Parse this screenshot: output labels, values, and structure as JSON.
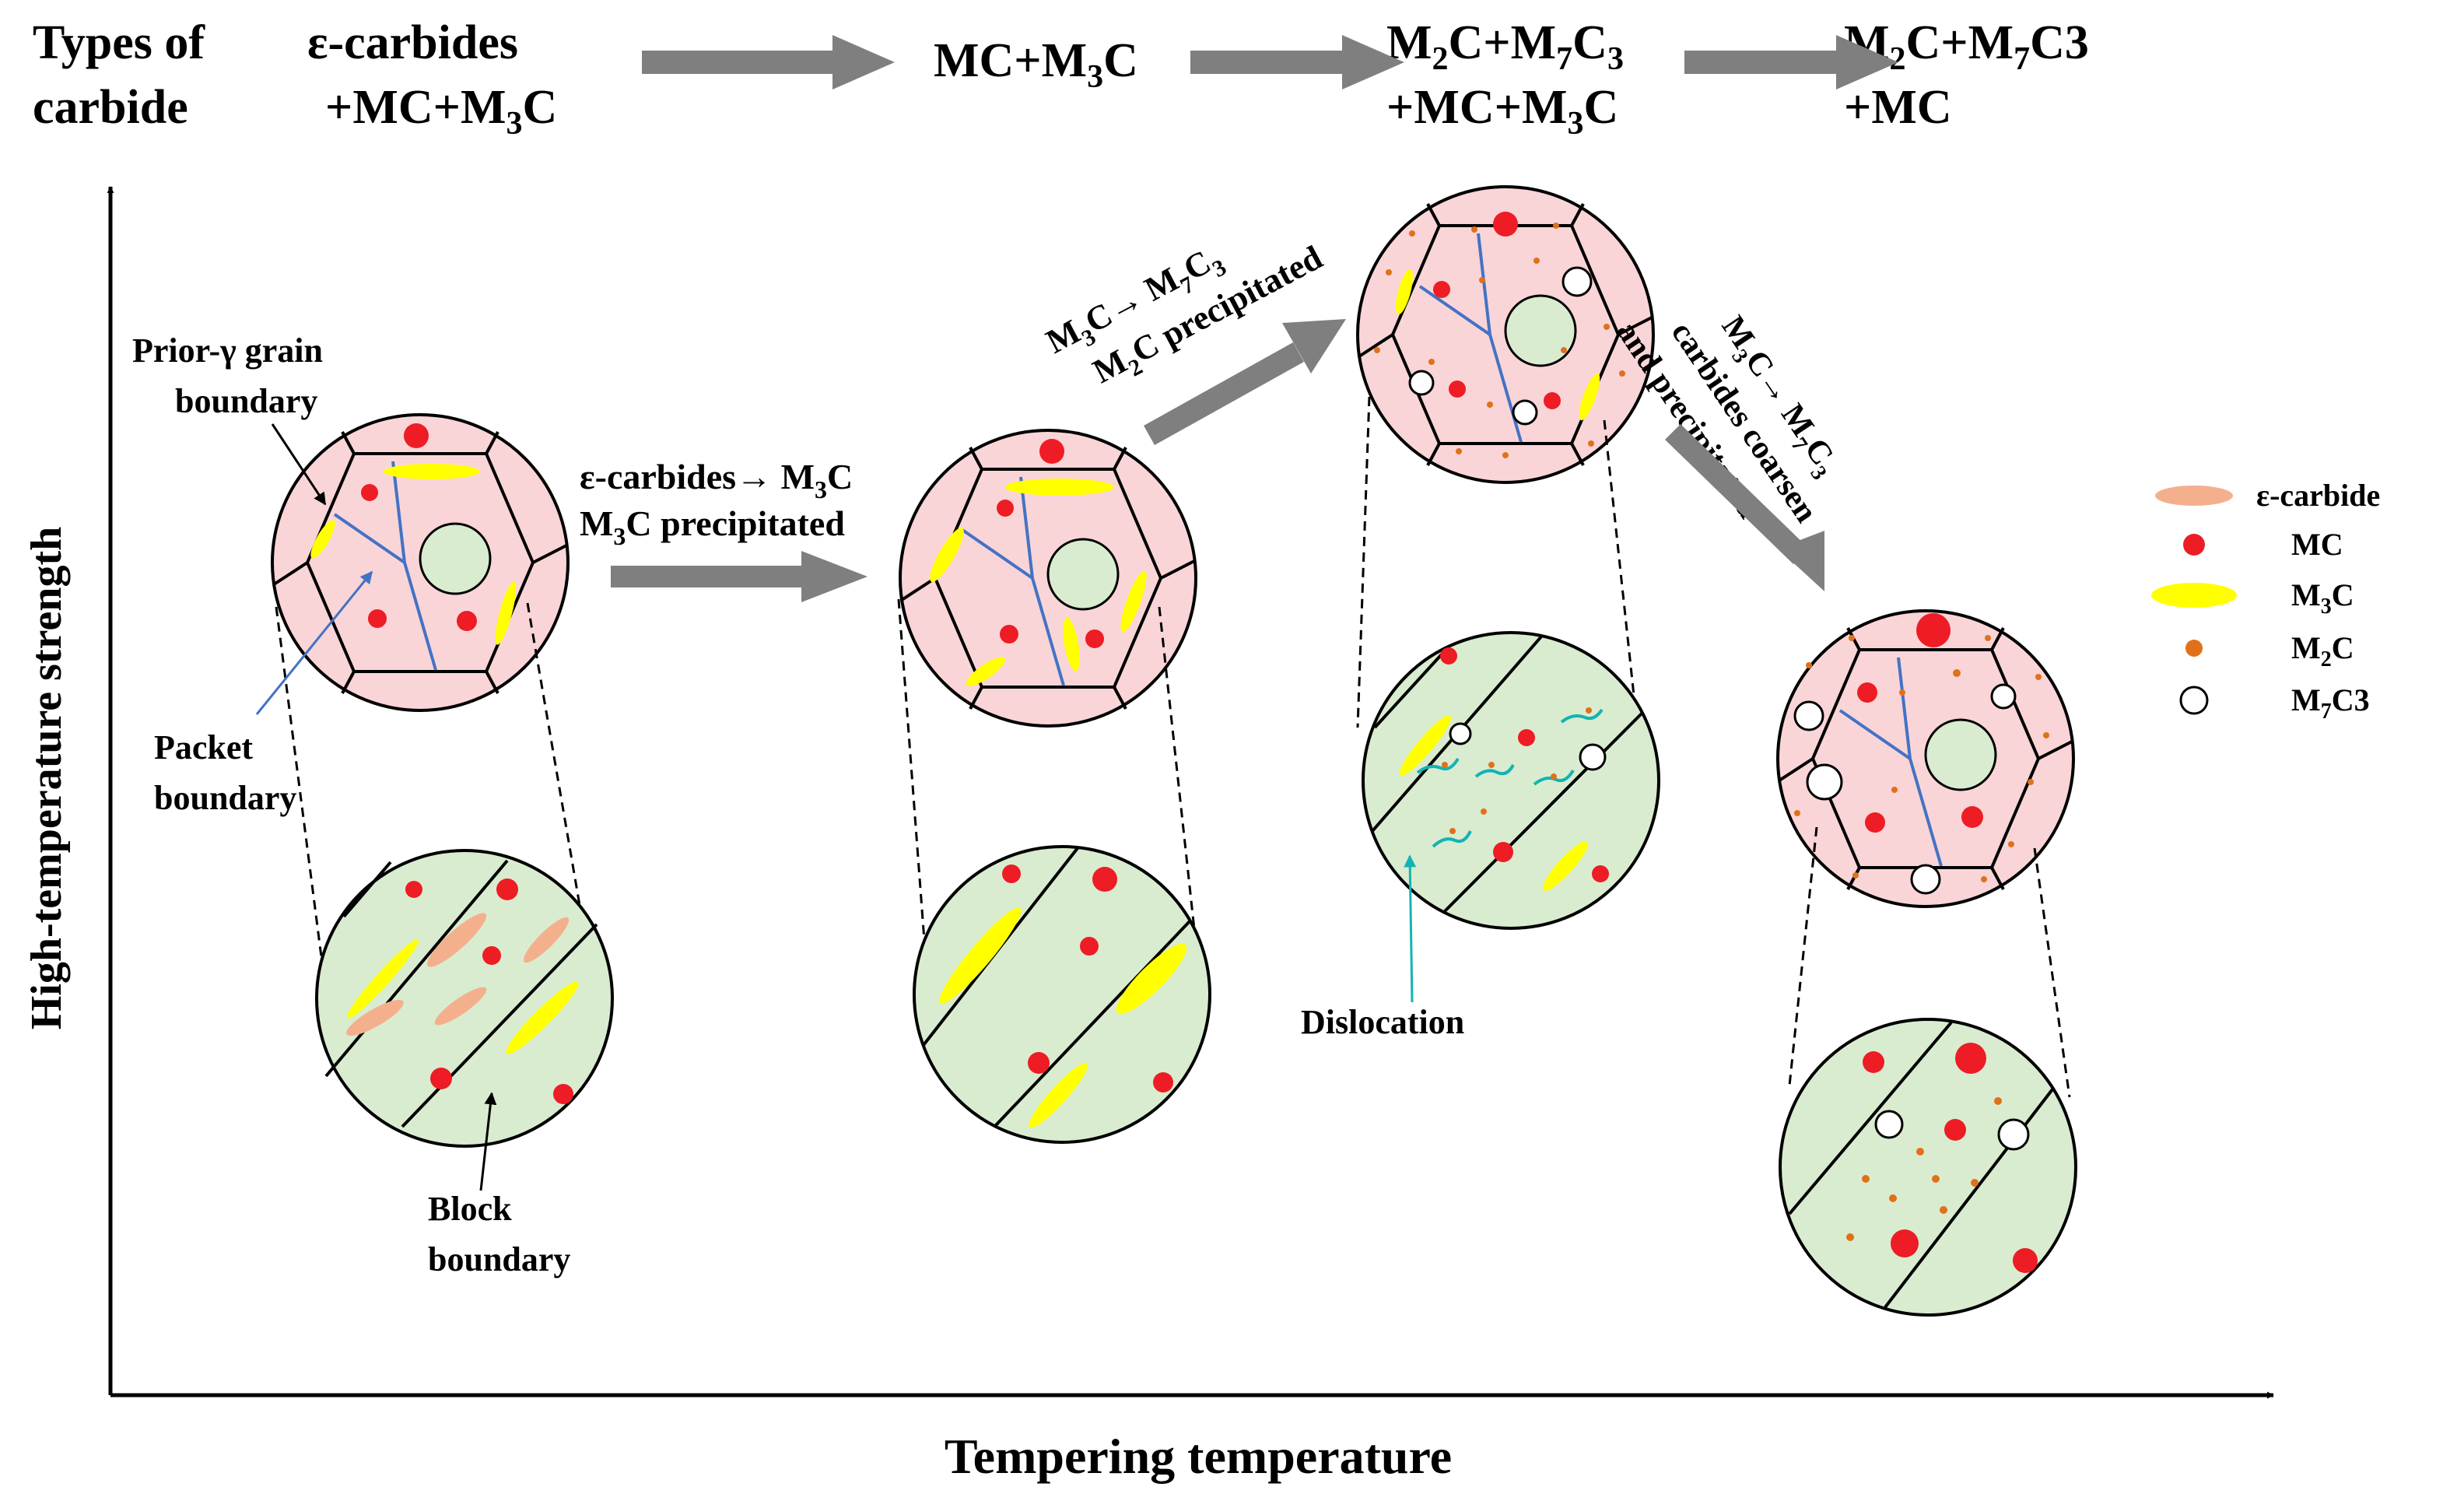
{
  "header": {
    "types_label_line1": "Types of",
    "types_label_line2": "carbide",
    "stage1_line1": "ε-carbides",
    "stage1_line2": "+MC+M",
    "stage1_line2_sub": "3",
    "stage1_line2_end": "C",
    "stage2_a": "MC+M",
    "stage2_sub": "3",
    "stage2_b": "C",
    "stage3_line1_a": "M",
    "stage3_line1_sub1": "2",
    "stage3_line1_b": "C+M",
    "stage3_line1_sub2": "7",
    "stage3_line1_c": "C",
    "stage3_line1_sub3": "3",
    "stage3_line2_a": "+MC+M",
    "stage3_line2_sub": "3",
    "stage3_line2_b": "C",
    "stage4_line1_a": "M",
    "stage4_line1_sub": "2",
    "stage4_line1_b": "C+M",
    "stage4_line1_sub2": "7",
    "stage4_line1_c": "C3",
    "stage4_line2": "+MC"
  },
  "axes": {
    "y_label": "High-temperature strength",
    "x_label": "Tempering temperature"
  },
  "annotations": {
    "prior_gamma_line1": "Prior-γ grain",
    "prior_gamma_line2": "boundary",
    "packet_line1": "Packet",
    "packet_line2": "boundary",
    "block_line1": "Block",
    "block_line2": "boundary",
    "dislocation": "Dislocation"
  },
  "transitions": {
    "t1_line1_a": "ε-carbides→ M",
    "t1_line1_sub": "3",
    "t1_line1_b": "C",
    "t1_line2_a": "M",
    "t1_line2_sub": "3",
    "t1_line2_b": "C  precipitated",
    "t2_line1_a": "M",
    "t2_line1_sub1": "3",
    "t2_line1_b": "C→ M",
    "t2_line1_sub2": "7",
    "t2_line1_c": "C",
    "t2_line1_sub3": "3",
    "t2_line2_a": "M",
    "t2_line2_sub": "2",
    "t2_line2_b": "C  precipitated",
    "t3_line1_a": "M",
    "t3_line1_sub1": "3",
    "t3_line1_b": "C→ M",
    "t3_line1_sub2": "7",
    "t3_line1_c": "C",
    "t3_line1_sub3": "3",
    "t3_line2": "carbides coarsen",
    "t3_line3": "and precipitated"
  },
  "legend": {
    "items": [
      {
        "label_a": "ε-carbide",
        "label_sub": "",
        "label_b": ""
      },
      {
        "label_a": "MC",
        "label_sub": "",
        "label_b": ""
      },
      {
        "label_a": "M",
        "label_sub": "3",
        "label_b": "C"
      },
      {
        "label_a": "M",
        "label_sub": "2",
        "label_b": "C"
      },
      {
        "label_a": "M",
        "label_sub": "7",
        "label_b": "C3"
      }
    ]
  },
  "colors": {
    "grain_fill": "#f9d5d8",
    "lath_fill": "#d9ecd0",
    "mc": "#ee1c24",
    "m3c": "#ffff00",
    "epsilon": "#f4b08d",
    "m2c": "#e0711a",
    "m7c3_fill": "#ffffff",
    "arrow": "#7f7f7f",
    "packet_line": "#4472c4",
    "dislocation": "#14b3b3"
  }
}
